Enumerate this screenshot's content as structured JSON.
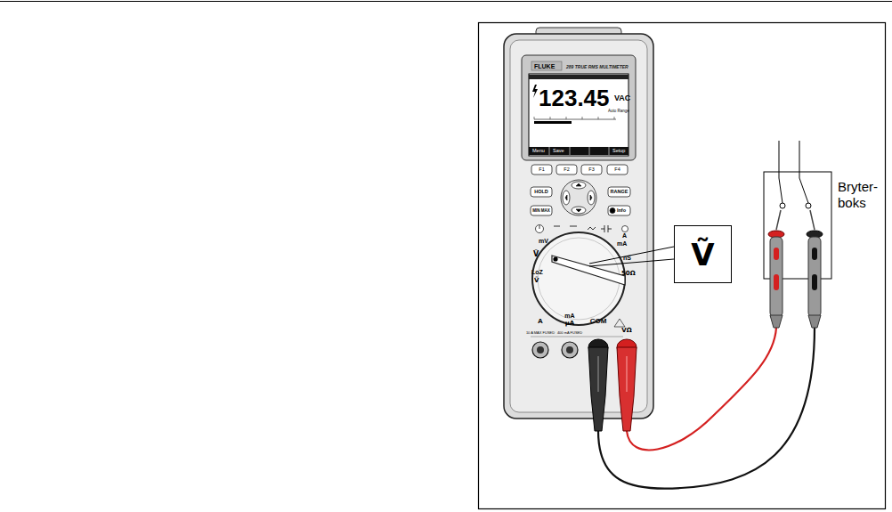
{
  "diagram": {
    "nodes": [
      {
        "text": [
          "Ṽ"
        ]
      }
    ],
    "labels": [
      "FLUKE",
      "289 TRUE RMS MULTIMETER",
      "123.45",
      "VAC",
      "Auto Range",
      "Menu",
      "Save",
      "Setup",
      "F1",
      "F2",
      "F3",
      "F4",
      "HOLD",
      "RANGE",
      "MIN MAX",
      "Info",
      "mV",
      "Ṽ",
      "LoZ",
      "Ṽ",
      "A",
      "mA",
      "nS",
      "50Ω",
      "A",
      "mA",
      "µA",
      "COM",
      "VΩ",
      "10 A MAX FUSED",
      "400 mA FUSED",
      "Bryter-boks"
    ]
  }
}
